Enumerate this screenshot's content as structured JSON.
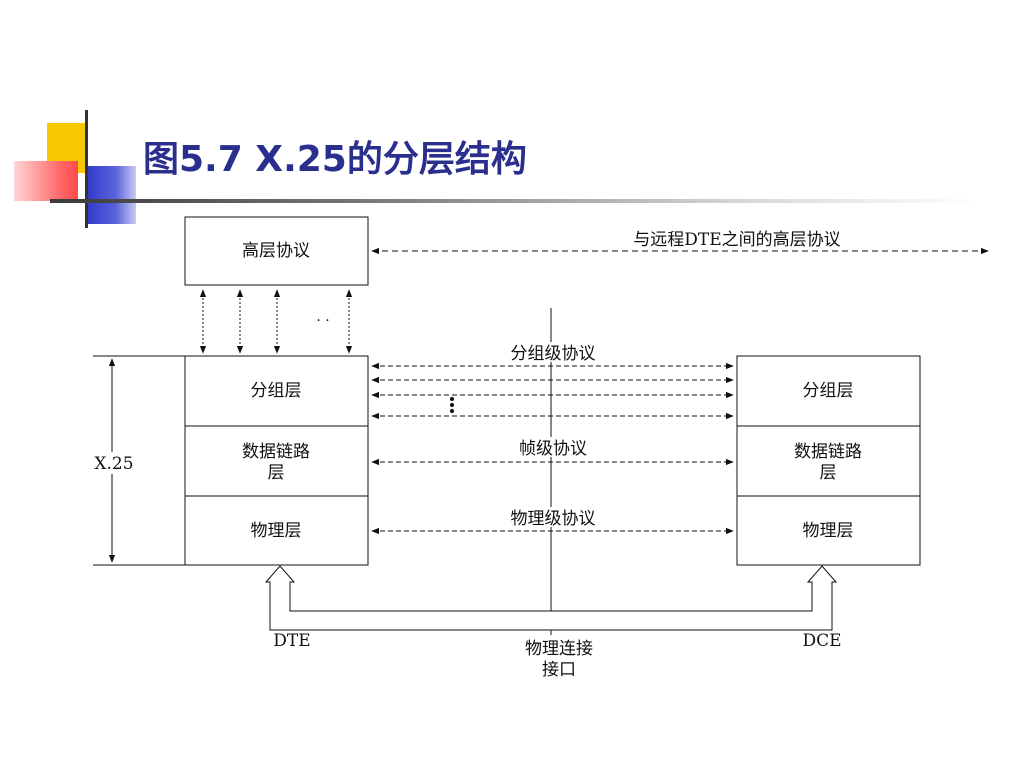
{
  "slide": {
    "title": "图5.7  X.25的分层结构"
  },
  "diagram": {
    "top_box": "高层协议",
    "top_arrow_label": "与远程DTE之间的高层协议",
    "left_stack": {
      "layer1": "分组层",
      "layer2_line1": "数据链路",
      "layer2_line2": "层",
      "layer3": "物理层"
    },
    "right_stack": {
      "layer1": "分组层",
      "layer2_line1": "数据链路",
      "layer2_line2": "层",
      "layer3": "物理层"
    },
    "packet_protocol": "分组级协议",
    "frame_protocol": "帧级协议",
    "physical_protocol": "物理级协议",
    "x25_label": "X.25",
    "dte_label": "DTE",
    "dce_label": "DCE",
    "interface_line1": "物理连接",
    "interface_line2": "接口",
    "ellipsis_dots": "· ·"
  },
  "colors": {
    "title": "#2a2f8e",
    "line": "#111111",
    "deco_yellow": "#f6c800",
    "deco_blue": "#2f38c8",
    "deco_red": "#ff5a5a"
  }
}
